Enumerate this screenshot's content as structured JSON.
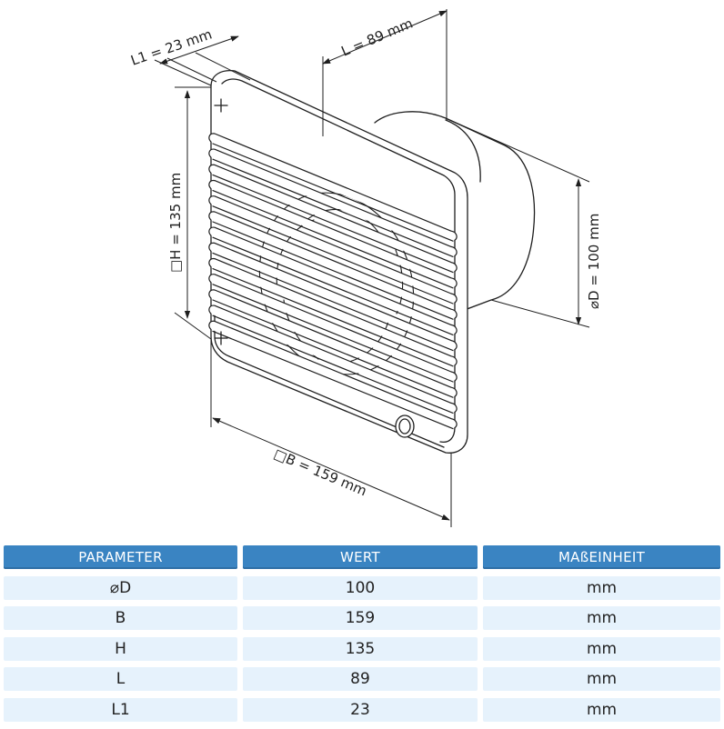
{
  "dimensions": {
    "l1_label": "L1 = 23 mm",
    "l_label": "L = 89  mm",
    "h_label": "□H =  135 mm",
    "d_label": "⌀D = 100 mm",
    "b_label": "□B = 159 mm"
  },
  "table": {
    "headers": [
      "PARAMETER",
      "WERT",
      "MAßEINHEIT"
    ],
    "rows": [
      [
        "⌀D",
        "100",
        "mm"
      ],
      [
        "B",
        "159",
        "mm"
      ],
      [
        "H",
        "135",
        "mm"
      ],
      [
        "L",
        "89",
        "mm"
      ],
      [
        "L1",
        "23",
        "mm"
      ]
    ]
  },
  "colors": {
    "header": "#3a84c2",
    "row": "#e6f2fc",
    "line": "#1e1e1e"
  }
}
